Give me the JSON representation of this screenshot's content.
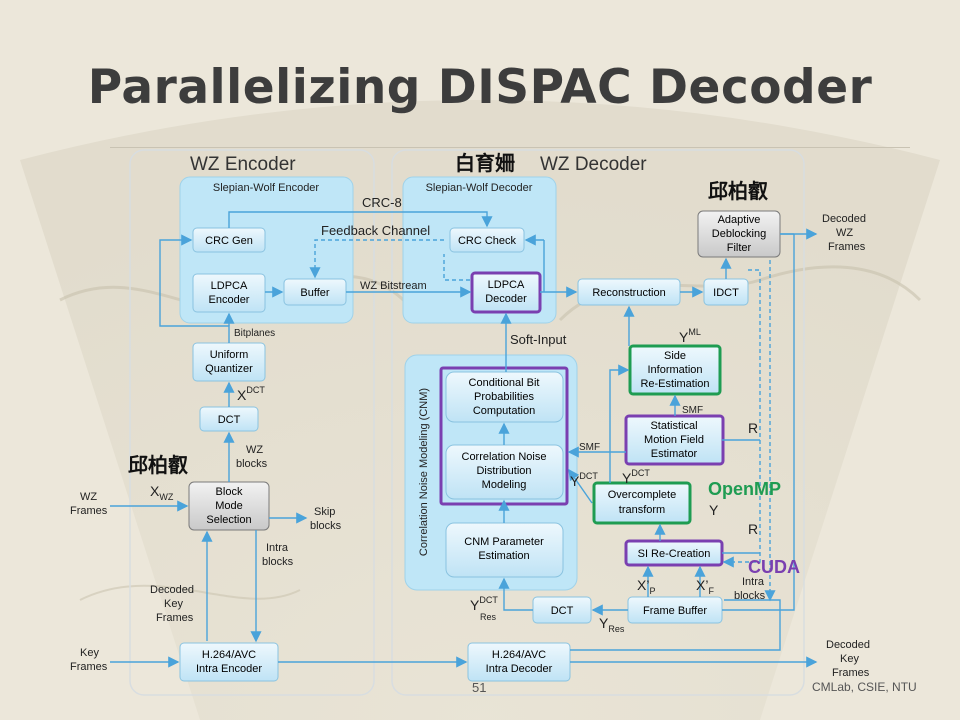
{
  "slide": {
    "title": "Parallelizing DISPAC Decoder",
    "page_number": "51",
    "footer": "CMLab, CSIE, NTU"
  },
  "panels": {
    "encoder": "WZ Encoder",
    "decoder": "WZ Decoder",
    "slepian_wolf_encoder": "Slepian-Wolf Encoder",
    "slepian_wolf_decoder": "Slepian-Wolf Decoder",
    "cnm_vertical": "Correlation Noise Modeling (CNM)"
  },
  "owners": {
    "decoder_owner": "白育姍",
    "top_right_owner": "邱柏叡",
    "left_owner": "邱柏叡"
  },
  "tags": {
    "openmp": "OpenMP",
    "cuda": "CUDA"
  },
  "colors": {
    "openmp": "#1e9c52",
    "cuda": "#7a3fb0",
    "block_fill": "#d6effb",
    "panel_fill": "#bfe6f7",
    "arrow": "#4aa3da"
  },
  "blocks": {
    "crc_gen": "CRC Gen",
    "ldpca_encoder": [
      "LDPCA",
      "Encoder"
    ],
    "buffer": "Buffer",
    "uniform_quantizer": [
      "Uniform",
      "Quantizer"
    ],
    "dct_enc": "DCT",
    "block_mode_selection": [
      "Block",
      "Mode",
      "Selection"
    ],
    "h264_encoder": [
      "H.264/AVC",
      "Intra Encoder"
    ],
    "crc_check": "CRC Check",
    "ldpca_decoder": [
      "LDPCA",
      "Decoder"
    ],
    "reconstruction": "Reconstruction",
    "idct": "IDCT",
    "adaptive_deblocking": [
      "Adaptive",
      "Deblocking",
      "Filter"
    ],
    "si_reestimation": [
      "Side",
      "Information",
      "Re-Estimation"
    ],
    "motion_field": [
      "Statistical",
      "Motion Field",
      "Estimator"
    ],
    "overcomplete": [
      "Overcomplete",
      "transform"
    ],
    "si_recreation": "SI Re-Creation",
    "frame_buffer": "Frame Buffer",
    "dct_dec": "DCT",
    "conditional_bit": [
      "Conditional Bit",
      "Probabilities",
      "Computation"
    ],
    "cn_distribution": [
      "Correlation Noise",
      "Distribution",
      "Modeling"
    ],
    "cnm_param": [
      "CNM Parameter",
      "Estimation"
    ],
    "h264_decoder": [
      "H.264/AVC",
      "Intra Decoder"
    ]
  },
  "labels": {
    "crc8": "CRC-8",
    "feedback_channel": "Feedback Channel",
    "wz_bitstream": "WZ Bitstream",
    "bitplanes": "Bitplanes",
    "xdct": "X",
    "xdct_sup": "DCT",
    "wz_blocks": [
      "WZ",
      "blocks"
    ],
    "xwz": "X",
    "xwz_sub": "WZ",
    "wz_frames": [
      "WZ",
      "Frames"
    ],
    "skip_blocks": [
      "Skip",
      "blocks"
    ],
    "intra_blocks": [
      "Intra",
      "blocks"
    ],
    "decoded_key_frames_left": [
      "Decoded",
      "Key",
      "Frames"
    ],
    "key_frames": [
      "Key",
      "Frames"
    ],
    "soft_input": "Soft-Input",
    "yml": "Y",
    "yml_sup": "ML",
    "smf1": "SMF",
    "smf2": "SMF",
    "ydct_a": "Y",
    "ydct_a_sup": "DCT",
    "ydct_b": "Y",
    "ydct_b_sup": "DCT",
    "r1": "R",
    "y1": "Y",
    "r2": "R",
    "xp": "X’",
    "xp_sub": "P",
    "xf": "X’",
    "xf_sub": "F",
    "intra_blocks_right": [
      "Intra",
      "blocks"
    ],
    "yres_dct": "Y",
    "yres_dct_sup": "DCT",
    "yres_dct_sub": "Res",
    "yres": "Y",
    "yres_sub": "Res",
    "decoded_wz_frames": [
      "Decoded",
      "WZ",
      "Frames"
    ],
    "decoded_key_frames_right": [
      "Decoded",
      "Key",
      "Frames"
    ]
  }
}
